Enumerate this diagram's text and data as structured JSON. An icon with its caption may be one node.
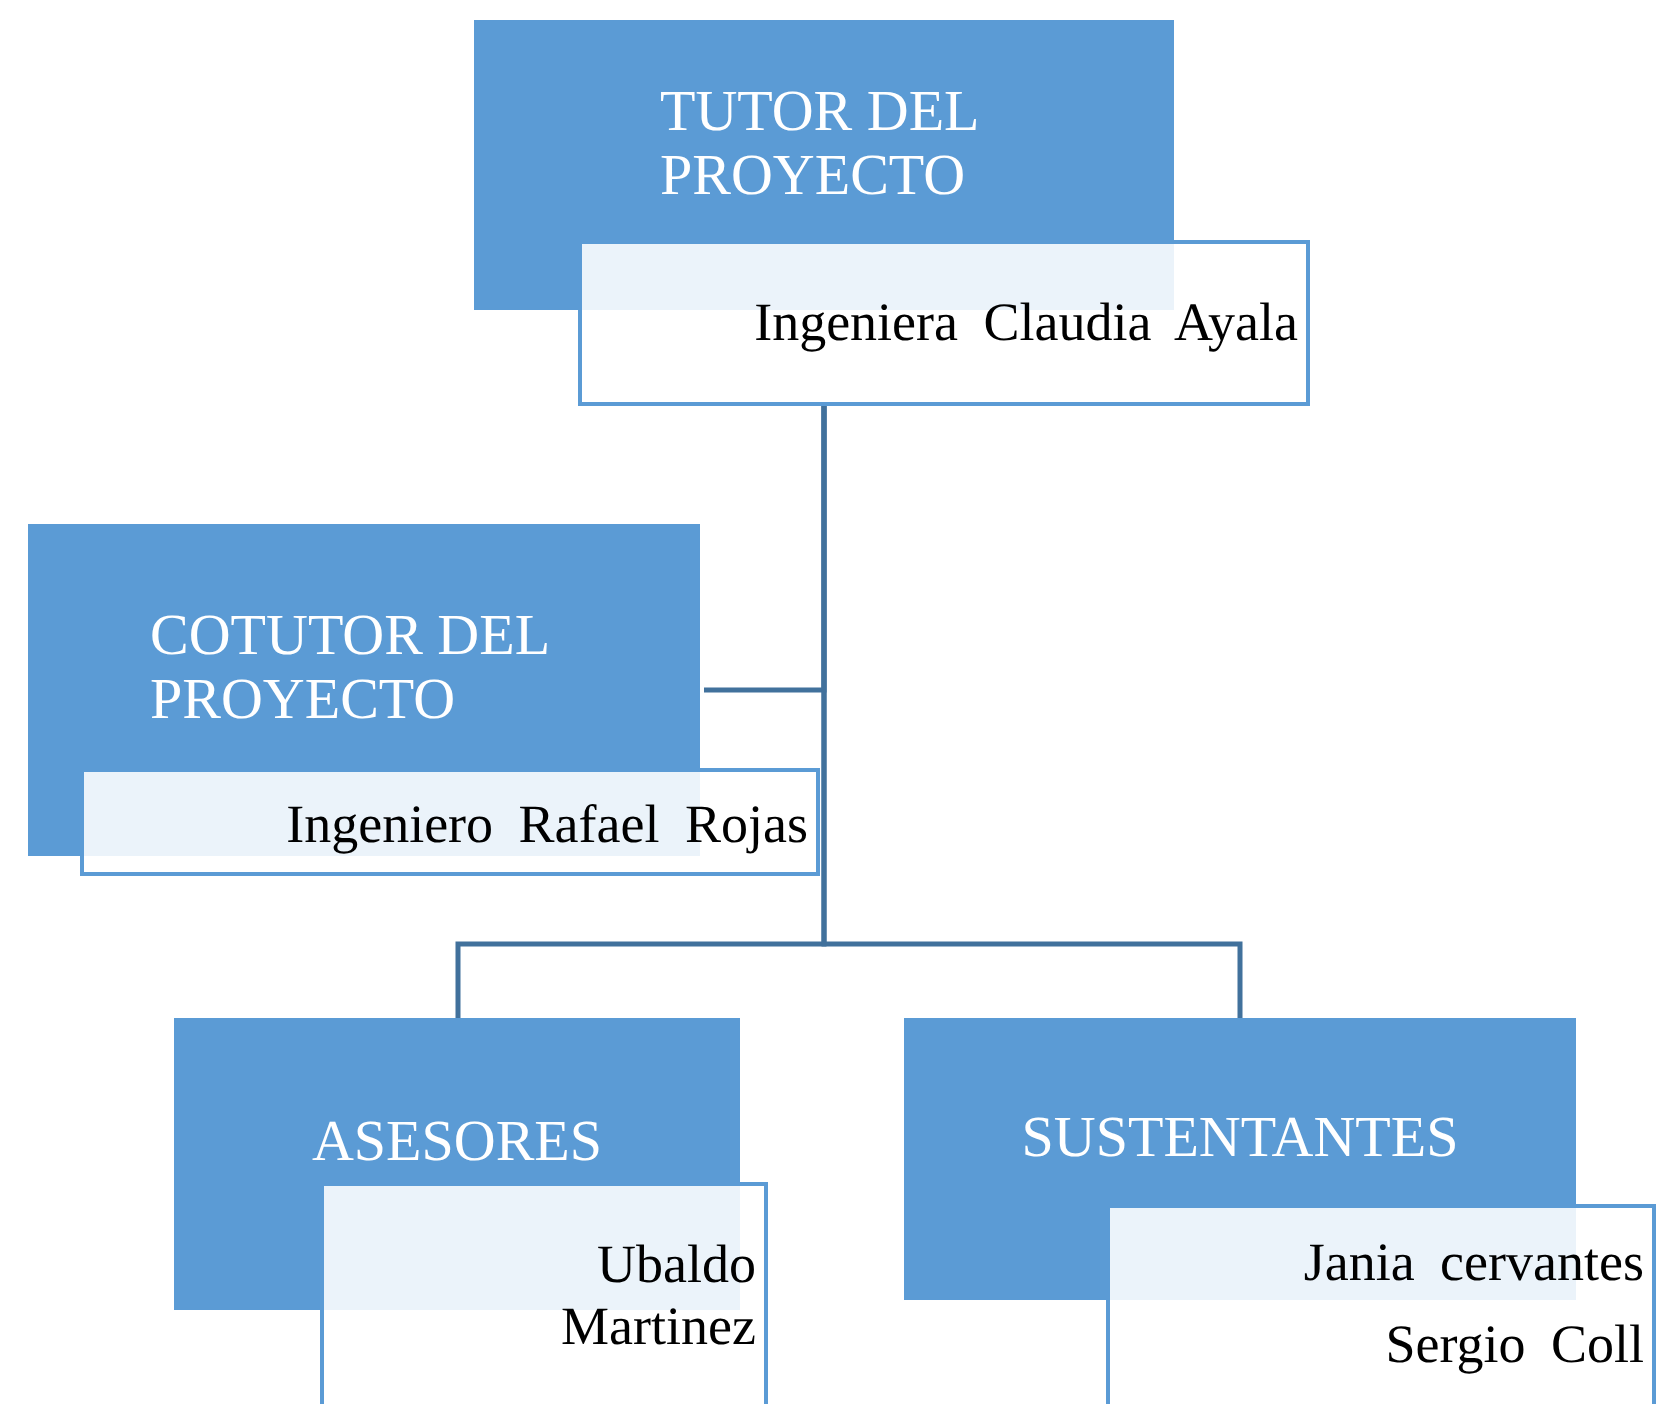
{
  "diagram": {
    "nodes": [
      {
        "text": [
          "TUTOR DEL PROYECTO"
        ]
      },
      {
        "text": [
          "Ingeniera Claudia Ayala"
        ]
      },
      {
        "text": [
          "COTUTOR DEL PROYECTO"
        ]
      },
      {
        "text": [
          "Ingeniero Rafael Rojas"
        ]
      },
      {
        "text": [
          "ASESORES"
        ]
      },
      {
        "text": [
          "Ubaldo Martinez"
        ]
      },
      {
        "text": [
          "SUSTENTANTES"
        ]
      },
      {
        "text": [
          "Jania cervantes",
          "Sergio Coll"
        ]
      }
    ],
    "edges": [
      {
        "from": 1,
        "to": 2,
        "arrow": "none"
      },
      {
        "from": 1,
        "to": 4,
        "arrow": "none"
      },
      {
        "from": 1,
        "to": 6,
        "arrow": "none"
      }
    ]
  }
}
